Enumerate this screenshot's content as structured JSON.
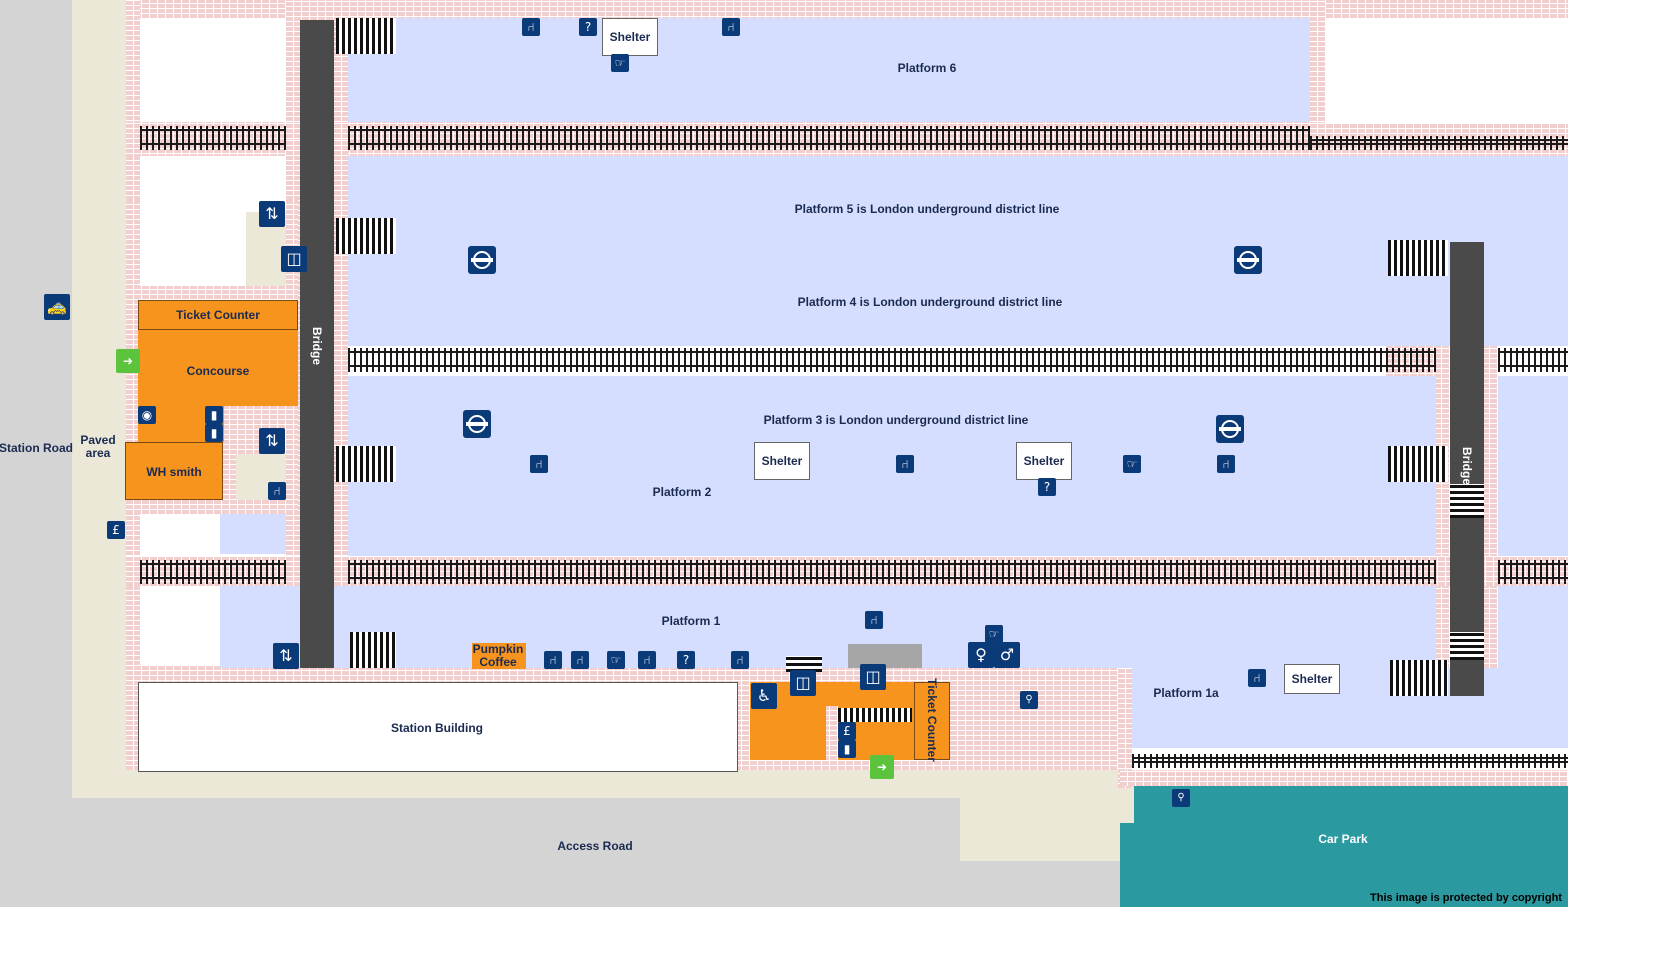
{
  "labels": {
    "station_road": "Station Road",
    "paved_area": "Paved area",
    "access_road": "Access Road",
    "car_park": "Car Park",
    "ticket_counter_west": "Ticket Counter",
    "concourse": "Concourse",
    "wh_smith": "WH smith",
    "station_building": "Station Building",
    "pumpkin_coffee": "Pumpkin Coffee",
    "ticket_counter_east": "Ticket Counter",
    "bridge_west": "Bridge",
    "bridge_east": "Bridge",
    "platform_6": "Platform 6",
    "platform_5": "Platform 5 is London underground district line",
    "platform_4": "Platform 4 is London underground district line",
    "platform_3": "Platform 3 is London underground district line",
    "platform_2": "Platform 2",
    "platform_1": "Platform 1",
    "platform_1a": "Platform 1a",
    "shelter": "Shelter",
    "copyright": "This image is protected by copyright"
  },
  "colors": {
    "platform": "#d5deff",
    "brick": "#f2cfcf",
    "bridge": "#4a4a4a",
    "facility": "#f7941d",
    "road": "#d4d4d4",
    "paved": "#ece8d8",
    "car_park": "#2b9aa0",
    "icon": "#0b3a78",
    "exit": "#5cc33c"
  },
  "icons": [
    "taxi-icon",
    "seat-icon",
    "info-icon",
    "help-point-icon",
    "lift-icon",
    "underground-roundel-icon",
    "exit-icon",
    "atm-icon",
    "photo-booth-icon",
    "toilets-icon",
    "accessible-toilet-icon",
    "cycle-parking-icon",
    "ticket-machine-icon"
  ]
}
